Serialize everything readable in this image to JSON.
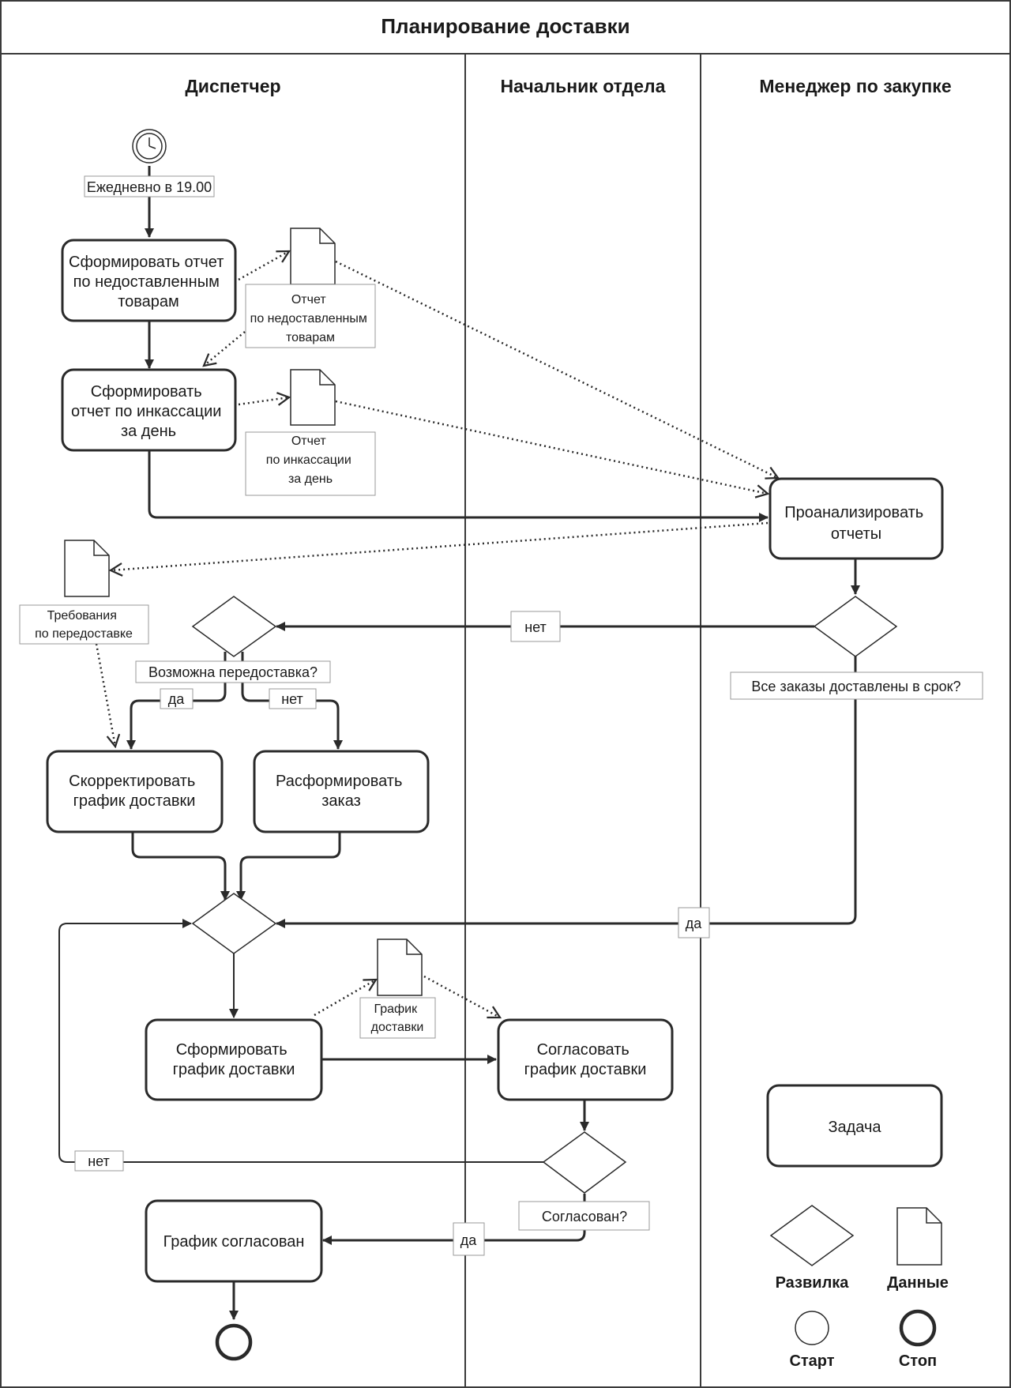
{
  "title": "Планирование доставки",
  "lanes": [
    "Диспетчер",
    "Начальник отдела",
    "Менеджер по закупке"
  ],
  "start_event_label": "Ежедневно в 19.00",
  "tasks": {
    "form_undelivered": [
      "Сформировать отчет",
      "по недоставленным",
      "товарам"
    ],
    "form_collection": [
      "Сформировать",
      "отчет по инкассации",
      "за день"
    ],
    "analyze": [
      "Проанализировать",
      "отчеты"
    ],
    "adjust": [
      "Скорректировать",
      "график доставки"
    ],
    "disband": [
      "Расформировать",
      "заказ"
    ],
    "form_schedule": [
      "Сформировать",
      "график доставки"
    ],
    "approve": [
      "Согласовать",
      "график доставки"
    ],
    "approved": [
      "График согласован"
    ]
  },
  "documents": {
    "undelivered_report": [
      "Отчет",
      "по недоставленным",
      "товарам"
    ],
    "collection_report": [
      "Отчет",
      "по инкассации",
      "за день"
    ],
    "resupply_requirements": [
      "Требования",
      "по передоставке"
    ],
    "schedule": [
      "График",
      "доставки"
    ]
  },
  "gateways": {
    "resupply_possible": "Возможна передоставка?",
    "all_on_time": "Все заказы доставлены в срок?",
    "agreed": "Согласован?"
  },
  "flow_labels": {
    "no_1": "нет",
    "yes_1": "да",
    "no_2": "нет",
    "yes_2": "да",
    "no_3": "нет",
    "yes_3": "да"
  },
  "legend": {
    "task": "Задача",
    "gateway": "Развилка",
    "data": "Данные",
    "start": "Старт",
    "stop": "Стоп"
  }
}
